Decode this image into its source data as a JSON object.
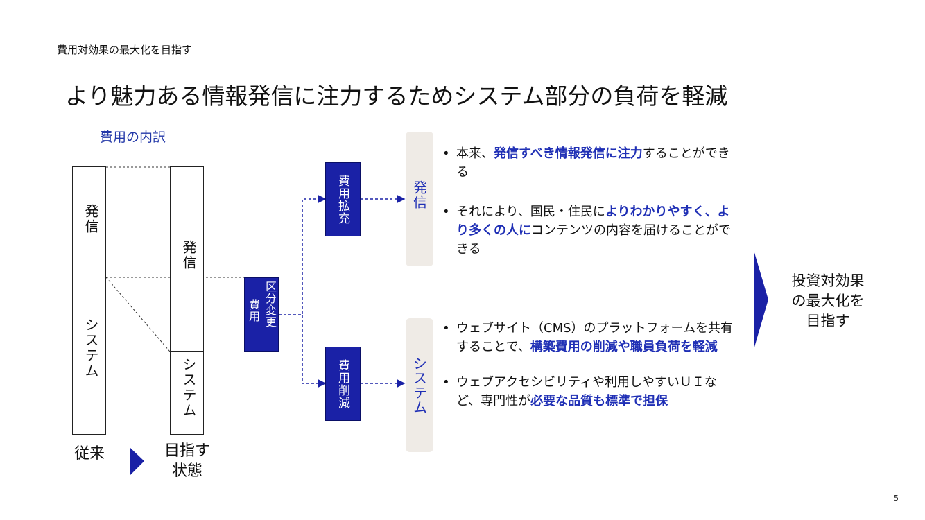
{
  "header": {
    "subtitle": "費用対効果の最大化を目指す",
    "title": "より魅力ある情報発信に注力するためシステム部分の負荷を軽減"
  },
  "breakdown": {
    "label": "費用の内訳",
    "current": {
      "top": "発信",
      "bottom": "システム",
      "caption": "従来"
    },
    "target": {
      "top": "発信",
      "bottom": "システム",
      "caption_line1": "目指す",
      "caption_line2": "状態"
    },
    "change_box_line1": "費用",
    "change_box_line2": "区分変更"
  },
  "flows": {
    "increase": "費用拡充",
    "decrease": "費用削減"
  },
  "tags": {
    "hasshin": "発信",
    "system": "システム"
  },
  "hasshin_points": [
    {
      "a": "本来、",
      "b": "発信すべき情報発信に注力",
      "c": "することができる"
    },
    {
      "a": "それにより、国民・住民に",
      "b": "よりわかりやすく、より多くの人に",
      "c": "コンテンツの内容を届けることができる"
    }
  ],
  "system_points": [
    {
      "a": "ウェブサイト（CMS）のプラットフォームを共有することで、",
      "b": "構築費用の削減や職員負荷を軽減",
      "c": ""
    },
    {
      "a": "ウェブアクセシビリティや利用しやすいＵＩなど、専門性が",
      "b": "必要な品質も標準で担保",
      "c": ""
    }
  ],
  "result": {
    "line1": "投資対効果",
    "line2": "の最大化を",
    "line3": "目指す"
  },
  "page_number": "5",
  "colors": {
    "navy": "#1a21a6",
    "highlight": "#1f2fb5",
    "tag_bg": "#efebe6"
  }
}
